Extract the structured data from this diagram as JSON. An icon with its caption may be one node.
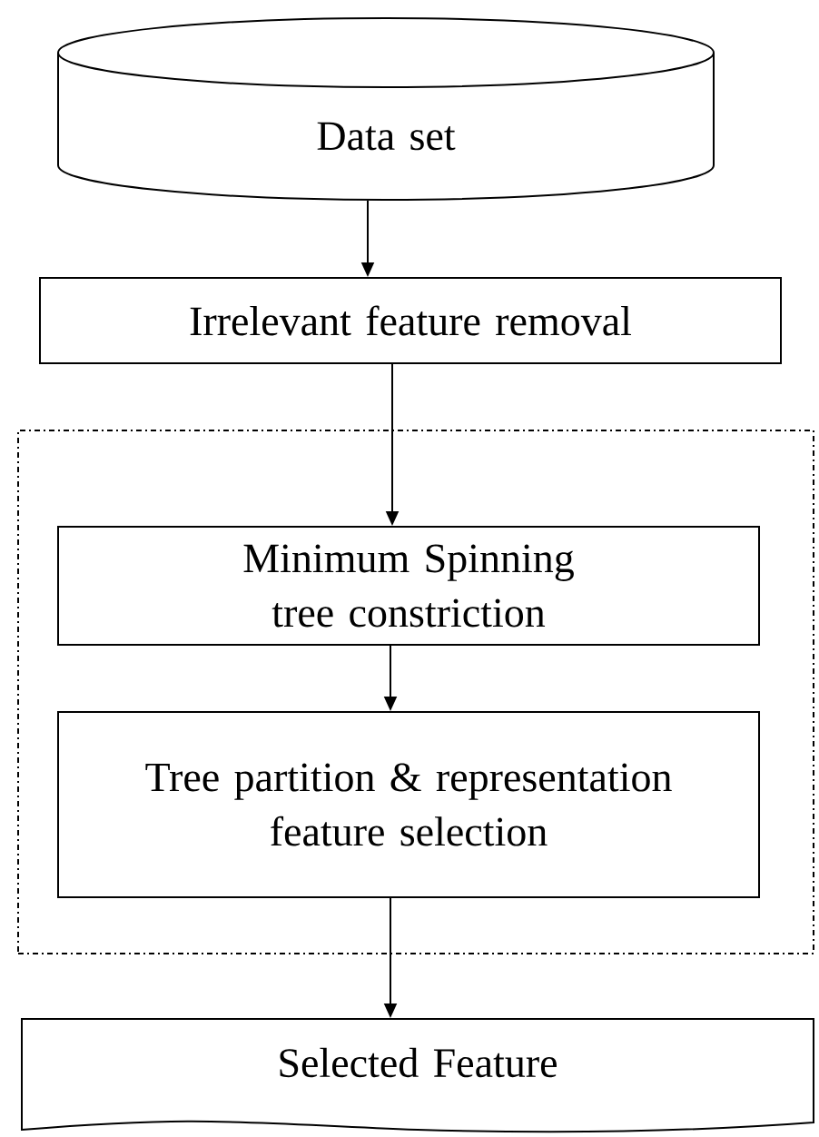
{
  "diagram": {
    "nodes": [
      {
        "text": [
          "Data set"
        ]
      },
      {
        "text": [
          "Irrelevant feature removal"
        ]
      },
      {
        "text": [],
        "shape": "box"
      },
      {
        "text": [
          "Minimum Spinning tree constriction"
        ],
        "in": 2
      },
      {
        "text": [
          "Tree partition & representation feature selection"
        ],
        "in": 2
      },
      {
        "text": [
          "Selected Feature"
        ]
      }
    ],
    "edges": [
      {
        "from": 0,
        "to": 1,
        "arrow": "to"
      },
      {
        "from": 1,
        "to": 3,
        "arrow": "to"
      },
      {
        "from": 3,
        "to": 4,
        "arrow": "to"
      },
      {
        "from": 4,
        "to": 5,
        "arrow": "to"
      }
    ]
  }
}
